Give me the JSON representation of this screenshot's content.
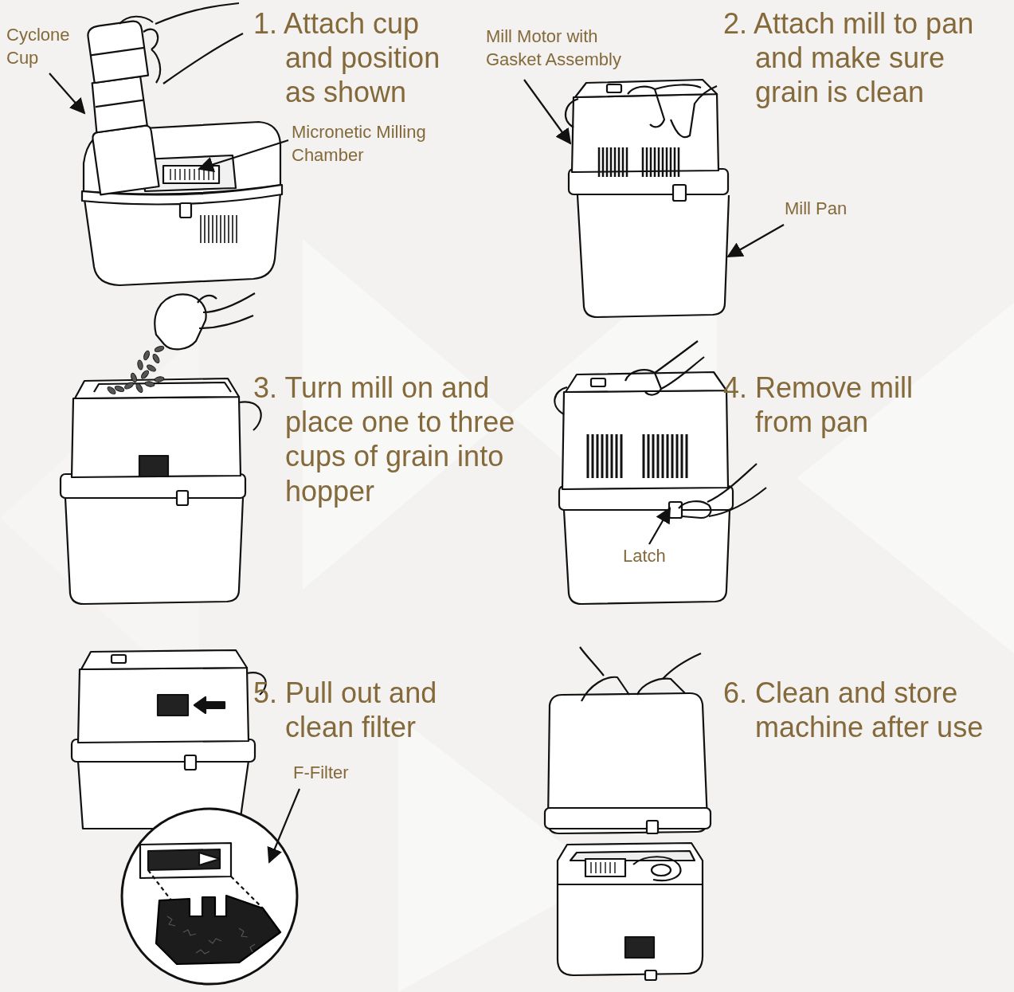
{
  "diagram": {
    "labels": [
      "Cyclone Cup",
      "1. Attach cup and position as shown",
      "Micronetic Milling Chamber",
      "Mill Motor with Gasket Assembly",
      "2. Attach mill to pan and make sure grain is clean",
      "Mill Pan",
      "3. Turn mill on and place one to three cups of grain into hopper",
      "4. Remove mill from pan",
      "Latch",
      "5. Pull out and clean filter",
      "F-Filter",
      "6. Clean and store machine after use"
    ]
  }
}
